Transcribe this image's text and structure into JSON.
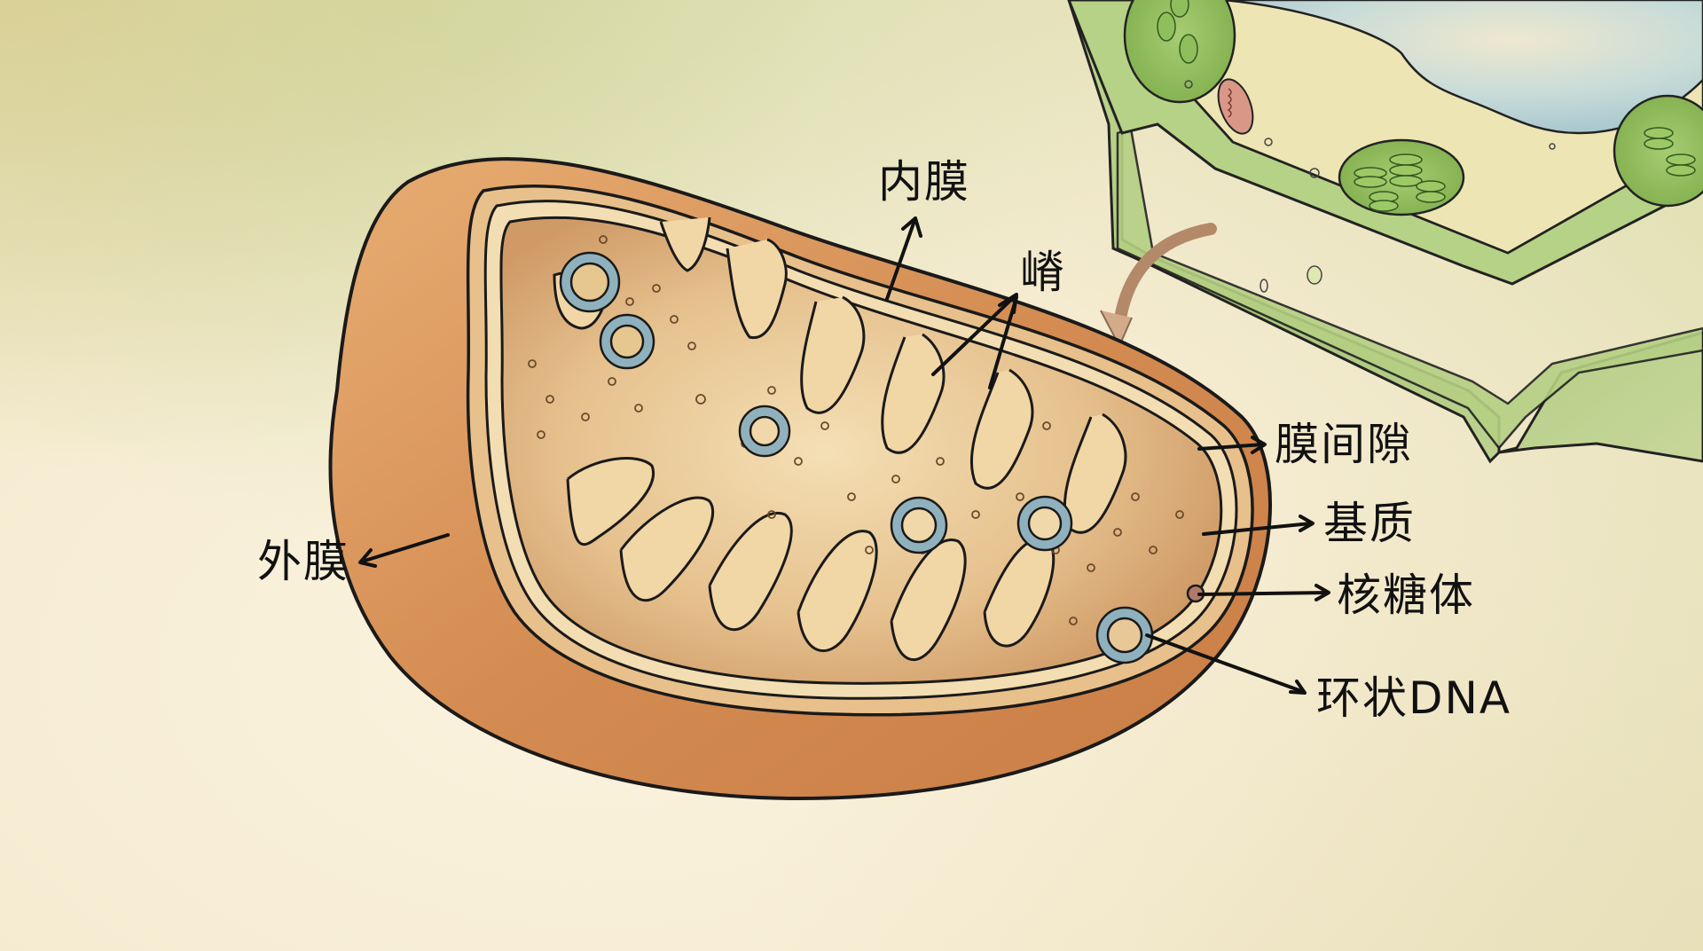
{
  "diagram": {
    "title": "线粒体结构示意图",
    "subject": "mitochondrion",
    "context": "plant cell (corner cutaway)",
    "labels": {
      "inner_membrane": "内膜",
      "cristae": "嵴",
      "intermembrane_space": "膜间隙",
      "matrix": "基质",
      "ribosome": "核糖体",
      "circular_dna": "环状DNA",
      "outer_membrane": "外膜"
    },
    "colors": {
      "outer_membrane": "#d9955a",
      "inner_fill": "#e9c48f",
      "cristae_edge": "#f4dcb0",
      "dna_ring": "#a9c6cf",
      "cell_wall": "#a9c57a",
      "chloroplast": "#8ebb5a",
      "vacuole": "#b9d3d6",
      "ink": "#111111"
    }
  }
}
